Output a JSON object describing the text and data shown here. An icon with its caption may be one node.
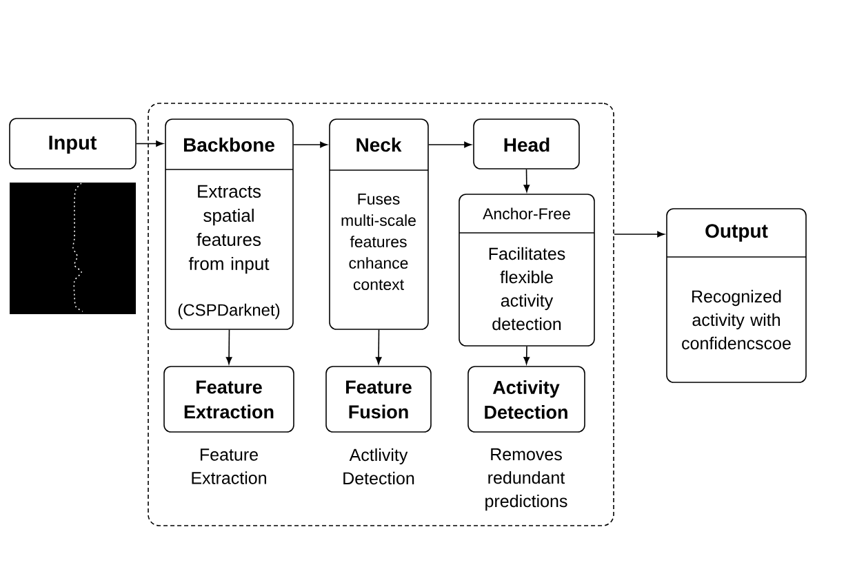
{
  "diagram": {
    "nodes": [
      {
        "text": [],
        "shape": "box"
      },
      {
        "text": [
          "Input"
        ]
      },
      {
        "text": [
          "Backbone",
          "Extracts spatial features from input",
          "(CSPDarknet)"
        ],
        "in": 0
      },
      {
        "text": [
          "Neck",
          "Fuses multi-scale features cnhance context"
        ],
        "in": 0
      },
      {
        "text": [
          "Head"
        ],
        "in": 0
      },
      {
        "text": [
          "Anchor-Free",
          "Facilitates flexible activity detection"
        ],
        "in": 0
      },
      {
        "text": [
          "Feature Extraction"
        ],
        "beside": [
          "Feature Extraction"
        ],
        "in": 0
      },
      {
        "text": [
          "Feature Fusion"
        ],
        "beside": [
          "Actlivity Detection"
        ],
        "in": 0
      },
      {
        "text": [
          "Activity Detection"
        ],
        "beside": [
          "Removes redundant predictions"
        ],
        "in": 0
      },
      {
        "text": [
          "Output",
          "Recognized activity with confidencscoe"
        ]
      }
    ],
    "edges": [
      {
        "from": 1,
        "to": 2,
        "arrow": "to"
      },
      {
        "from": 2,
        "to": 3,
        "arrow": "to"
      },
      {
        "from": 3,
        "to": 4,
        "arrow": "to"
      },
      {
        "from": 4,
        "to": 5,
        "arrow": "to"
      },
      {
        "from": 2,
        "to": 6,
        "arrow": "to"
      },
      {
        "from": 3,
        "to": 7,
        "arrow": "to"
      },
      {
        "from": 5,
        "to": 8,
        "arrow": "to"
      },
      {
        "from": 0,
        "to": 9,
        "arrow": "to"
      }
    ]
  }
}
